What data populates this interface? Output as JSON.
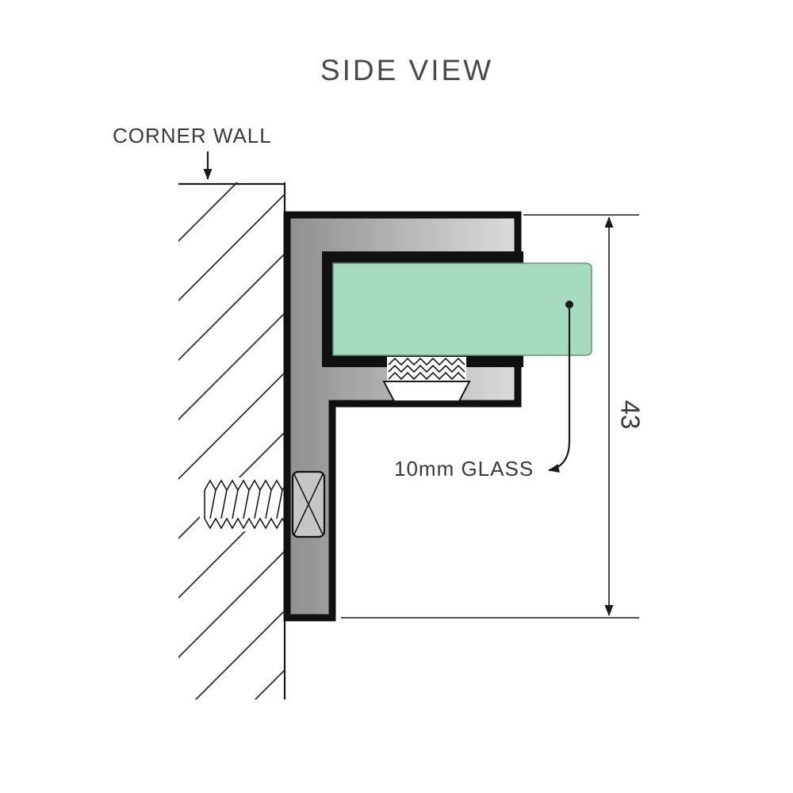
{
  "title": "SIDE VIEW",
  "labels": {
    "corner_wall": "CORNER WALL",
    "glass": "10mm GLASS"
  },
  "dimension": {
    "height": "43"
  },
  "colors": {
    "glass": "#a6dbc0",
    "glass_edge": "#6f8f80",
    "metal_dark": "#8f8f8f",
    "metal_light": "#dcdcdc",
    "liner_black": "#111111",
    "line": "#1a1a1a",
    "text": "#3a3a3a"
  }
}
